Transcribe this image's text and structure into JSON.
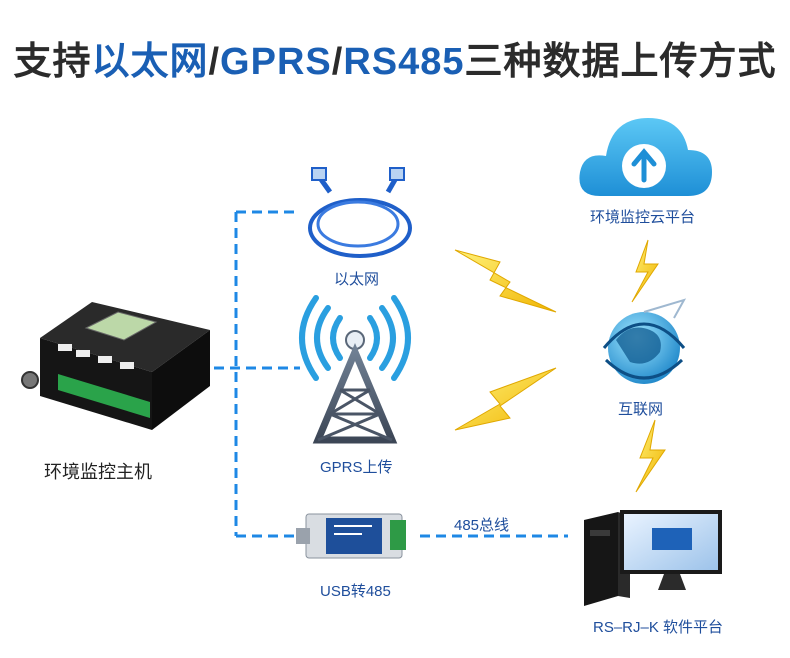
{
  "title": {
    "prefix": "支持",
    "part1": "以太网",
    "sep1": "/",
    "part2": "GPRS",
    "sep2": "/",
    "part3": "RS485",
    "suffix": "三种数据上传方式"
  },
  "nodes": {
    "host": "环境监控主机",
    "ethernet": "以太网",
    "gprs": "GPRS上传",
    "usb": "USB转485",
    "cloud": "环境监控云平台",
    "internet": "互联网",
    "software": "RS–RJ–K 软件平台"
  },
  "links": {
    "bus": "485总线"
  },
  "colors": {
    "accent": "#1a5fb4",
    "dash": "#1e88e5",
    "lightning": "#f2c200",
    "text": "#2b2b2b"
  }
}
